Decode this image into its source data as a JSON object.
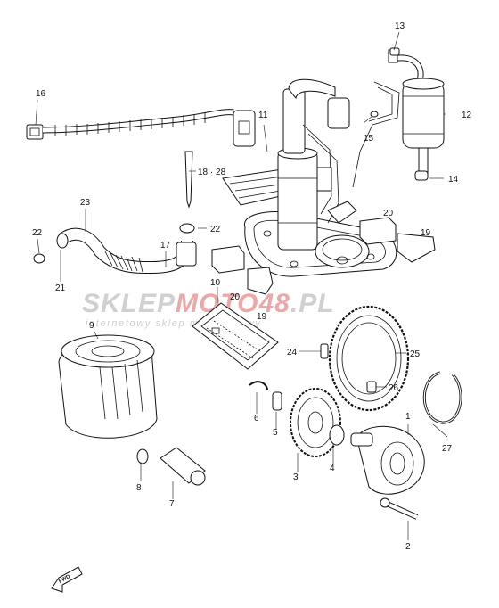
{
  "watermark": {
    "brand_part1": "SKLEP",
    "brand_part2": "MOTO",
    "brand_part3": "48",
    "brand_part4": ".PL",
    "brand_accent_color": "#e99a9a",
    "brand_gray_color": "#c8c8c8",
    "tagline": "internetowy sklep motocyklowy"
  },
  "callouts": {
    "c1": "1",
    "c2": "2",
    "c3": "3",
    "c4": "4",
    "c5": "5",
    "c6": "6",
    "c7": "7",
    "c8": "8",
    "c9": "9",
    "c10": "10",
    "c11": "11",
    "c12": "12",
    "c13": "13",
    "c14": "14",
    "c15": "15",
    "c16": "16",
    "c17": "17",
    "c18_28": "18 · 28",
    "c19a": "19",
    "c19b": "19",
    "c20a": "20",
    "c20b": "20",
    "c21": "21",
    "c22a": "22",
    "c22b": "22",
    "c23": "23",
    "c24": "24",
    "c25": "25",
    "c26": "26",
    "c27": "27"
  },
  "fwd_label": "FWD"
}
